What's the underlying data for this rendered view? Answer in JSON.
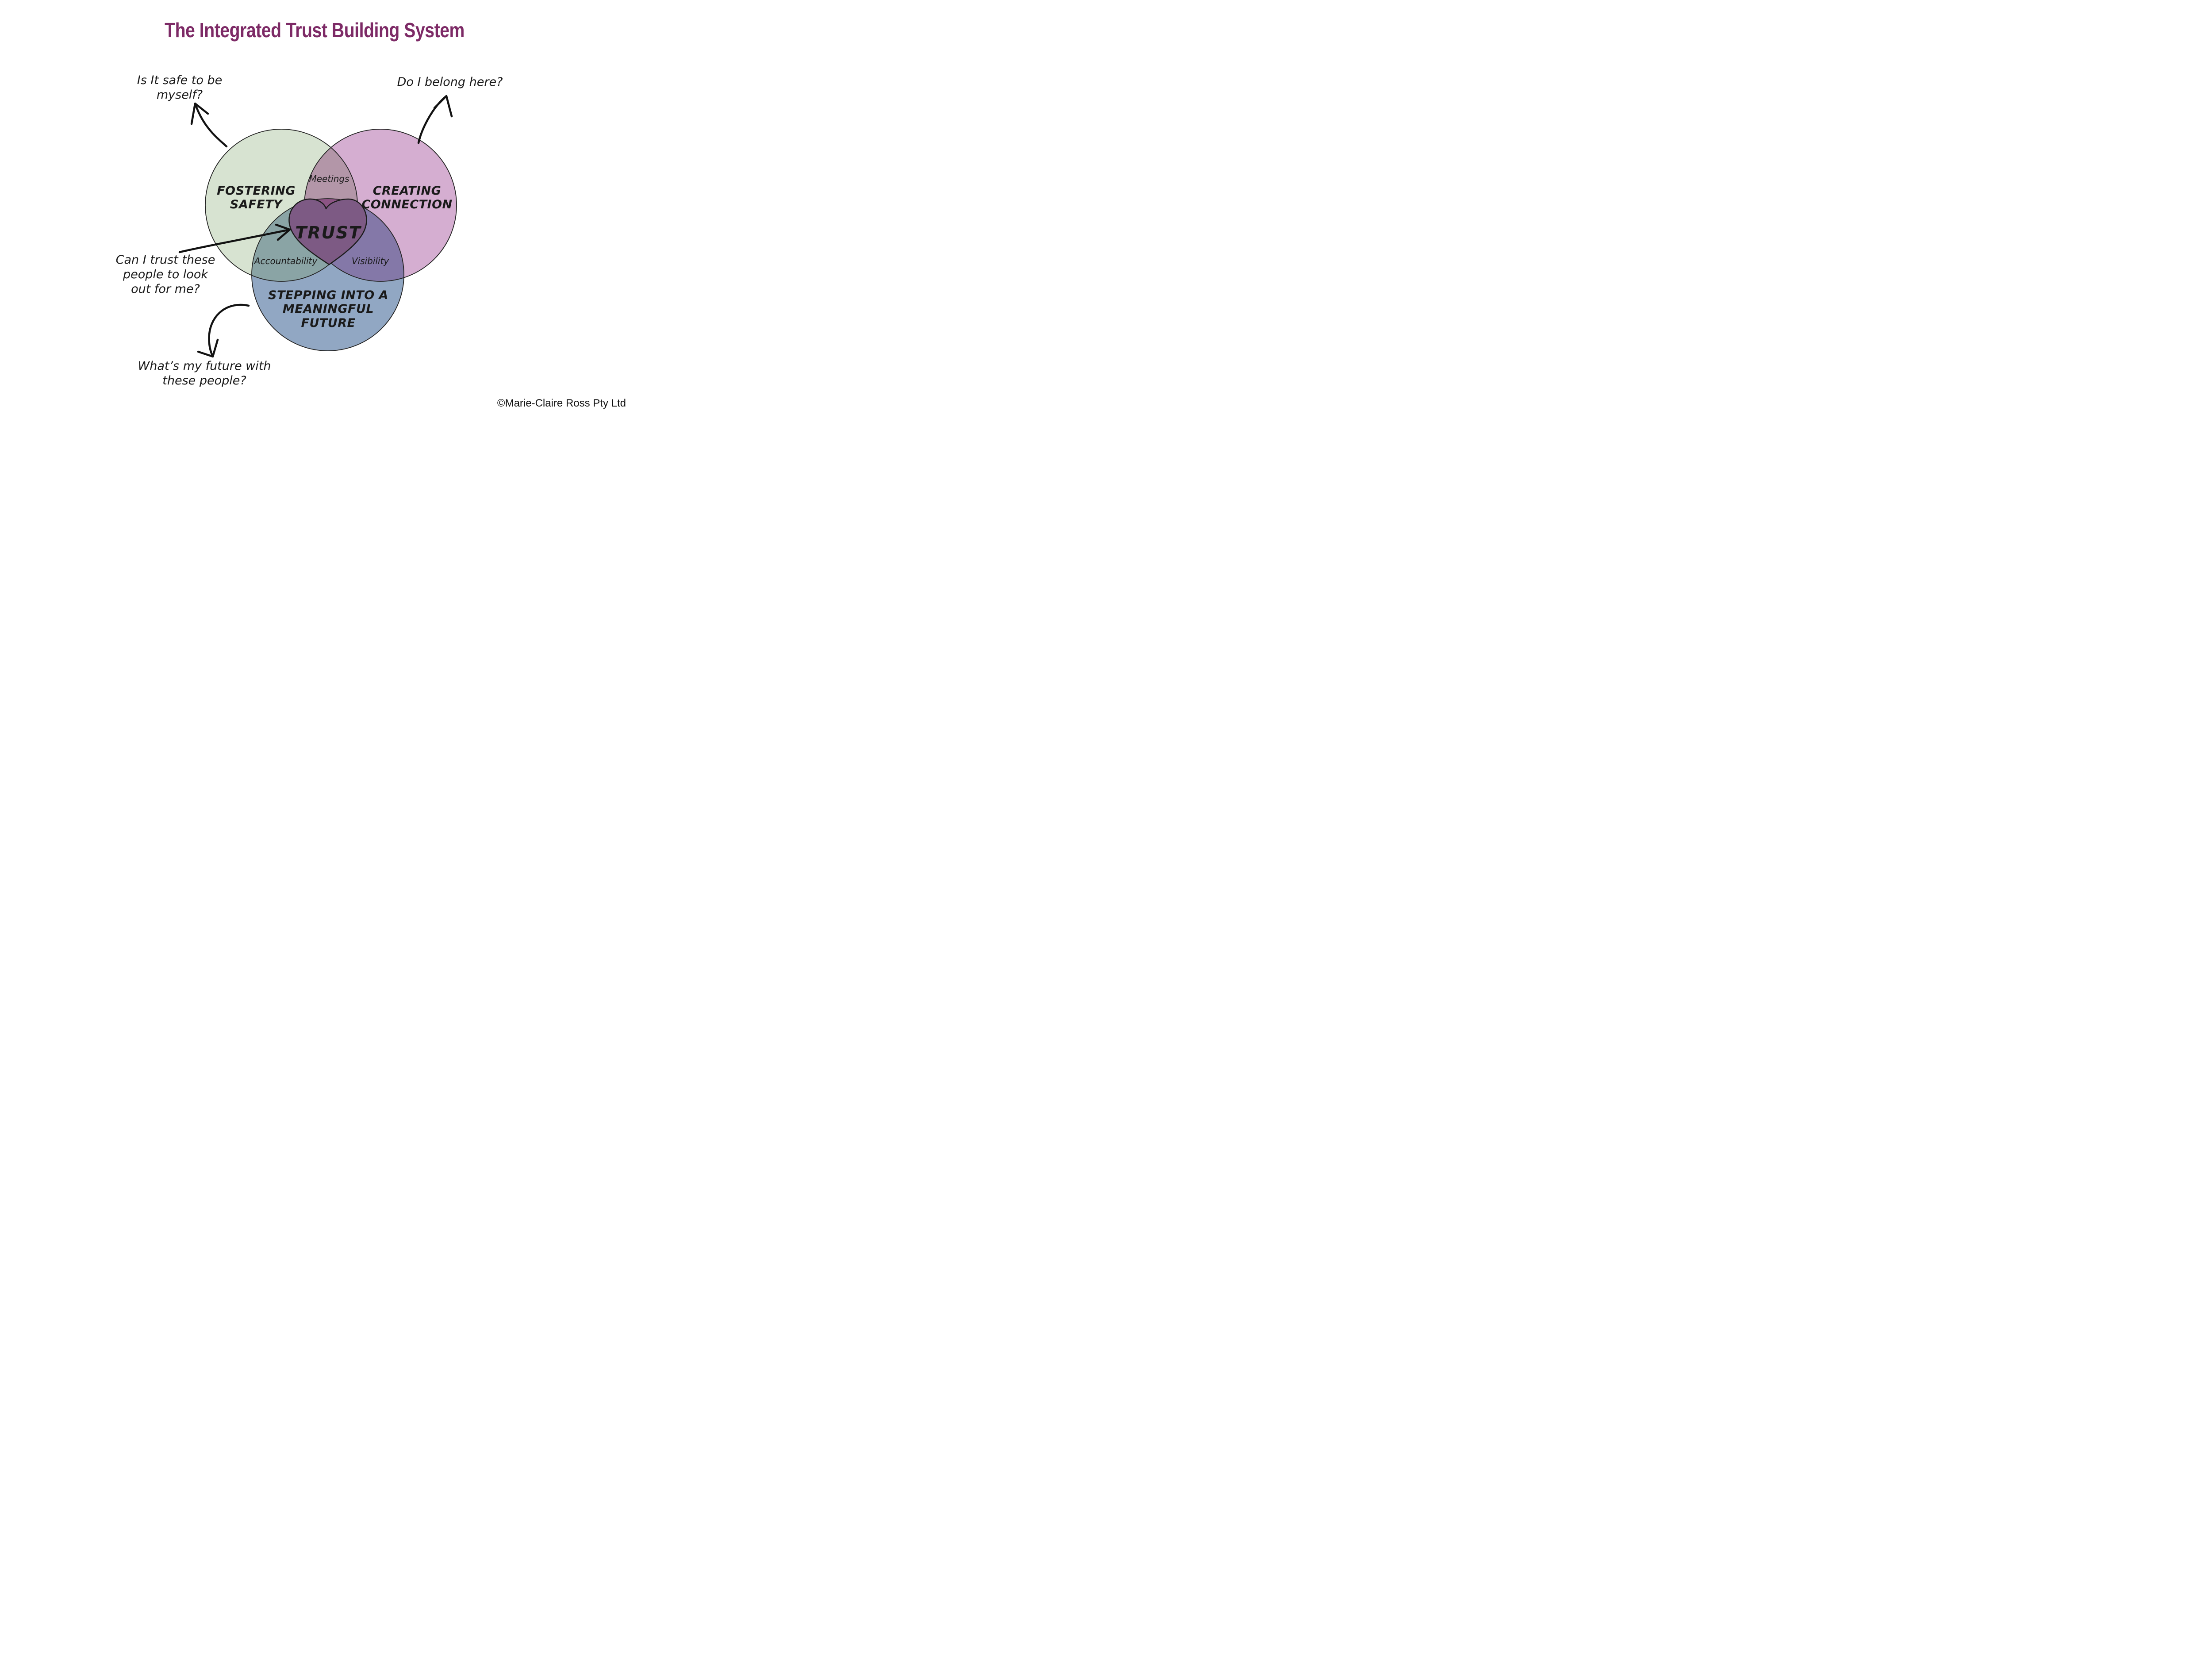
{
  "title": {
    "text": "The Integrated Trust Building System",
    "color": "#7d2a66"
  },
  "annotations": {
    "safety_question": {
      "lines": [
        "Is It safe to be",
        "myself?"
      ]
    },
    "connection_question": {
      "lines": [
        "Do I belong here?"
      ]
    },
    "trust_question": {
      "lines": [
        "Can I trust these",
        "people to look",
        "out for me?"
      ]
    },
    "future_question": {
      "lines": [
        "What’s my future with",
        "these people?"
      ]
    }
  },
  "venn": {
    "circles": [
      {
        "id": "safety",
        "label_lines": [
          "FOSTERING",
          "SAFETY"
        ],
        "color": "#d7e3d1"
      },
      {
        "id": "connection",
        "label_lines": [
          "CREATING",
          "CONNECTION"
        ],
        "color": "#d5aed1"
      },
      {
        "id": "future",
        "label_lines": [
          "STEPPING INTO A",
          "MEANINGFUL",
          "FUTURE"
        ],
        "color": "#91a7c3"
      }
    ],
    "overlaps": {
      "meetings": {
        "label": "Meetings",
        "color": "#b396a8"
      },
      "accountability": {
        "label": "Accountability",
        "color": "#8aa4a5"
      },
      "visibility": {
        "label": "Visibility",
        "color": "#8478a8"
      },
      "center": {
        "label": "TRUST",
        "heart_color": "#7d5a84",
        "wedge_color": "#8c5484",
        "outline_color": "#1c1c1c"
      }
    },
    "outline_color": "#232323",
    "arrow_color": "#121212"
  },
  "footer": {
    "copyright": "©Marie-Claire Ross Pty Ltd"
  }
}
